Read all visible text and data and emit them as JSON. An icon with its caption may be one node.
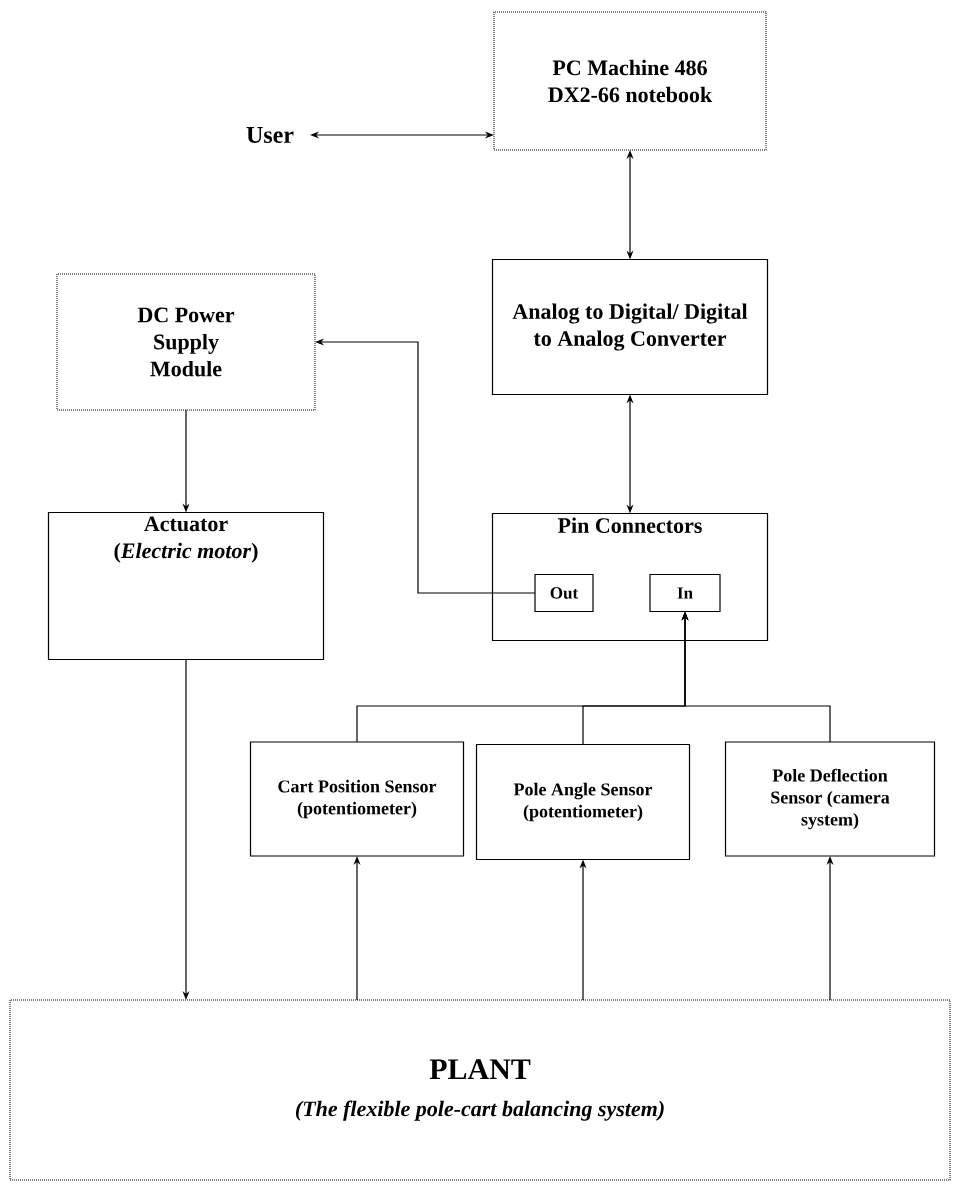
{
  "diagram": {
    "nodes": [
      {
        "text": [
          "User"
        ]
      },
      {
        "text": [
          "PC Machine 486 DX2-66 notebook"
        ]
      },
      {
        "text": [
          "Analog to Digital/ Digital to Analog Converter"
        ]
      },
      {
        "text": [
          "DC Power Supply Module"
        ]
      },
      {
        "text": [
          "Pin Connectors"
        ]
      },
      {
        "text": [
          "Out"
        ],
        "in": 4
      },
      {
        "text": [
          "In"
        ],
        "in": 4
      },
      {
        "text": [
          "Actuator",
          "(*Electric motor*)"
        ]
      },
      {
        "text": [
          "Cart Position Sensor (potentiometer)"
        ]
      },
      {
        "text": [
          "Pole Angle Sensor (potentiometer)"
        ]
      },
      {
        "text": [
          "Pole Deflection Sensor (camera system)"
        ]
      },
      {
        "text": [
          "PLANT",
          "(The flexible pole-cart balancing system)"
        ]
      }
    ],
    "edges": [
      {
        "from": 0,
        "to": 1,
        "arrow": "both"
      },
      {
        "from": 1,
        "to": 2,
        "arrow": "both"
      },
      {
        "from": 2,
        "to": 4,
        "arrow": "both"
      },
      {
        "from": 5,
        "to": 3,
        "arrow": "to"
      },
      {
        "from": 3,
        "to": 7,
        "arrow": "to"
      },
      {
        "from": 7,
        "to": 11,
        "arrow": "to"
      },
      {
        "from": 11,
        "to": 8,
        "arrow": "to"
      },
      {
        "from": 11,
        "to": 9,
        "arrow": "to"
      },
      {
        "from": 11,
        "to": 10,
        "arrow": "to"
      },
      {
        "from": 8,
        "to": 6,
        "arrow": "to"
      },
      {
        "from": 9,
        "to": 6,
        "arrow": "to"
      },
      {
        "from": 10,
        "to": 6,
        "arrow": "to"
      }
    ]
  }
}
